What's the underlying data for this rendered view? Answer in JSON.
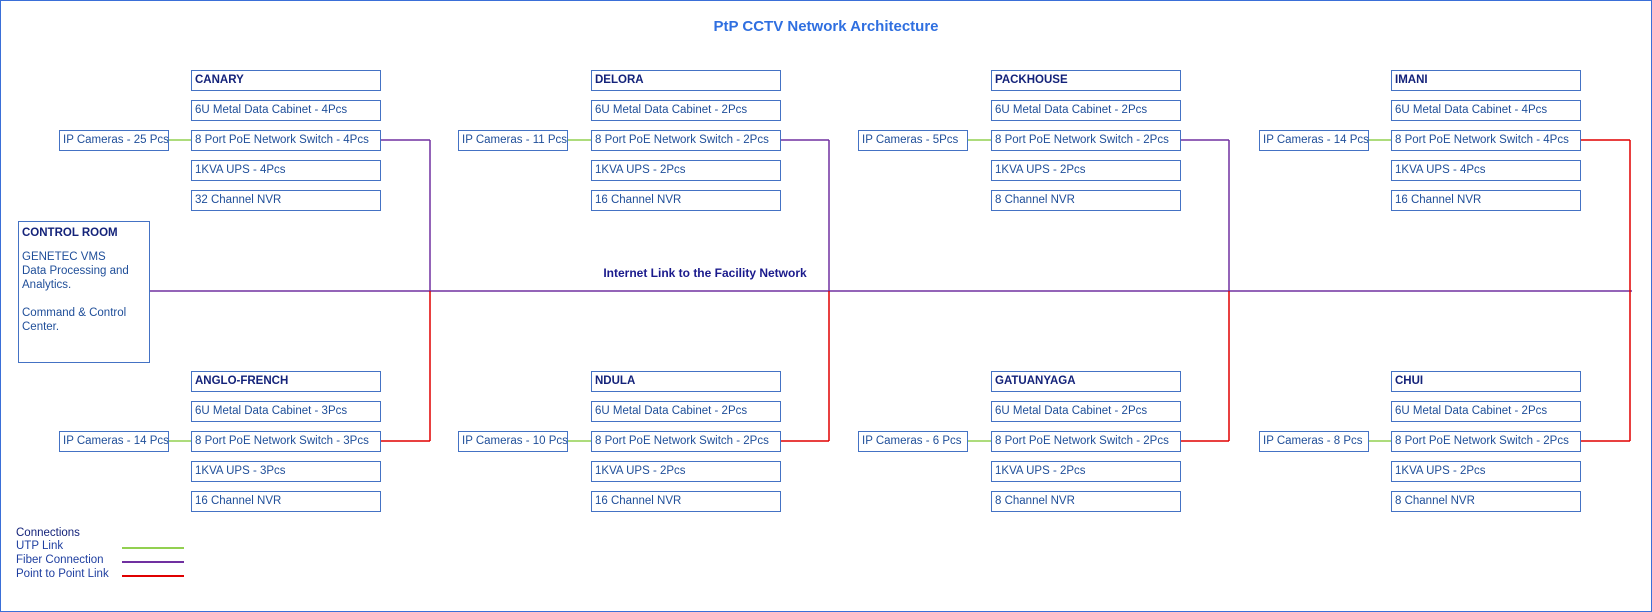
{
  "title": "PtP CCTV Network Architecture",
  "colors": {
    "border": "#4472c4",
    "utp": "#92d050",
    "fiber": "#7030a0",
    "ptp": "#e00000",
    "title": "#2f6fe0"
  },
  "control_room": {
    "title": "CONTROL ROOM",
    "line1": "GENETEC VMS\nData Processing and\nAnalytics.",
    "line2": "Command & Control\nCenter."
  },
  "internet_label": "Internet Link to the Facility Network",
  "sites": [
    {
      "name": "CANARY",
      "cameras": "IP Cameras - 25 Pcs",
      "cabinet": "6U Metal Data Cabinet - 4Pcs",
      "switch": "8 Port PoE Network Switch - 4Pcs",
      "ups": "1KVA UPS - 4Pcs",
      "nvr": "32 Channel NVR"
    },
    {
      "name": "DELORA",
      "cameras": "IP Cameras - 11 Pcs",
      "cabinet": "6U Metal Data Cabinet - 2Pcs",
      "switch": "8 Port PoE Network Switch - 2Pcs",
      "ups": "1KVA UPS - 2Pcs",
      "nvr": "16 Channel NVR"
    },
    {
      "name": "PACKHOUSE",
      "cameras": "IP Cameras - 5Pcs",
      "cabinet": "6U Metal Data Cabinet - 2Pcs",
      "switch": "8 Port PoE Network Switch - 2Pcs",
      "ups": "1KVA UPS - 2Pcs",
      "nvr": "8 Channel NVR"
    },
    {
      "name": "IMANI",
      "cameras": "IP Cameras - 14 Pcs",
      "cabinet": "6U Metal Data Cabinet - 4Pcs",
      "switch": "8 Port PoE Network Switch - 4Pcs",
      "ups": "1KVA UPS - 4Pcs",
      "nvr": "16 Channel NVR"
    },
    {
      "name": "ANGLO-FRENCH",
      "cameras": "IP Cameras - 14 Pcs",
      "cabinet": "6U Metal Data Cabinet - 3Pcs",
      "switch": "8 Port PoE Network Switch - 3Pcs",
      "ups": "1KVA UPS - 3Pcs",
      "nvr": "16 Channel NVR"
    },
    {
      "name": "NDULA",
      "cameras": "IP Cameras - 10 Pcs",
      "cabinet": "6U Metal Data Cabinet - 2Pcs",
      "switch": "8 Port PoE Network Switch - 2Pcs",
      "ups": "1KVA UPS - 2Pcs",
      "nvr": "16 Channel NVR"
    },
    {
      "name": "GATUANYAGA",
      "cameras": "IP Cameras - 6 Pcs",
      "cabinet": "6U Metal Data Cabinet - 2Pcs",
      "switch": "8 Port PoE Network Switch - 2Pcs",
      "ups": "1KVA UPS - 2Pcs",
      "nvr": "8 Channel NVR"
    },
    {
      "name": "CHUI",
      "cameras": "IP Cameras - 8 Pcs",
      "cabinet": "6U Metal Data Cabinet - 2Pcs",
      "switch": "8 Port PoE Network Switch - 2Pcs",
      "ups": "1KVA UPS - 2Pcs",
      "nvr": "8 Channel NVR"
    }
  ],
  "legend": {
    "title": "Connections",
    "utp": "UTP Link",
    "fiber": "Fiber Connection",
    "ptp": "Point to Point Link"
  }
}
